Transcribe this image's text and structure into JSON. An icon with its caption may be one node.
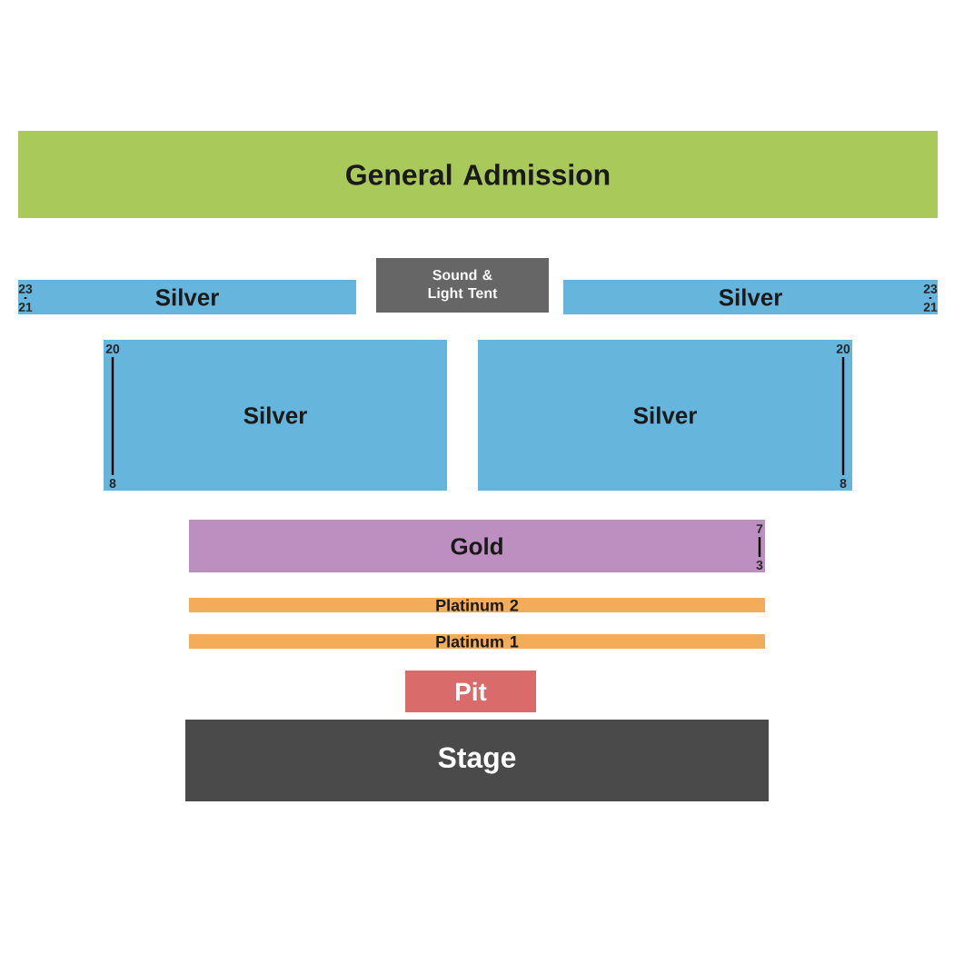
{
  "diagram": {
    "nodes": [
      {
        "text": [
          "General Admission"
        ]
      },
      {
        "text": [
          "Silver",
          "23",
          "21"
        ]
      },
      {
        "text": [
          "Sound & Light Tent"
        ]
      },
      {
        "text": [
          "Silver",
          "23",
          "21"
        ]
      },
      {
        "text": [
          "Silver",
          "20",
          "8"
        ]
      },
      {
        "text": [
          "Silver",
          "20",
          "8"
        ]
      },
      {
        "text": [
          "Gold",
          "7",
          "3"
        ]
      },
      {
        "text": [
          "Platinum 2"
        ]
      },
      {
        "text": [
          "Platinum 1"
        ]
      },
      {
        "text": [
          "Pit"
        ]
      },
      {
        "text": [
          "Stage"
        ]
      }
    ]
  }
}
